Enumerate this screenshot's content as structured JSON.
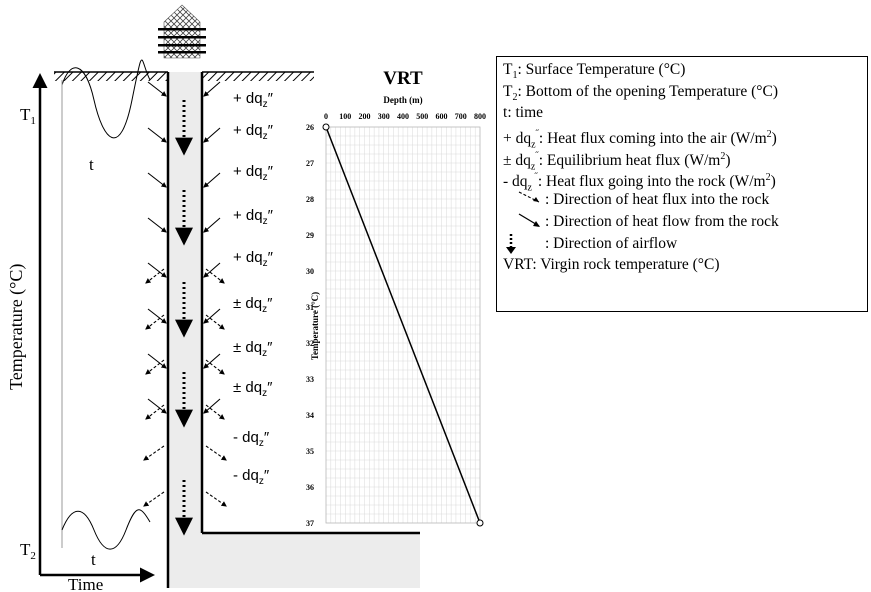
{
  "left": {
    "t1": "T",
    "t1_sub": "1",
    "t2": "T",
    "t2_sub": "2",
    "t_top": "t",
    "t_bottom": "t",
    "y_axis": "Temperature (°C)",
    "x_axis": "Time"
  },
  "shaft": {
    "labels": [
      {
        "sign": "+ dq",
        "sub": "z",
        "tail": "″"
      },
      {
        "sign": "+ dq",
        "sub": "z",
        "tail": "″"
      },
      {
        "sign": "+ dq",
        "sub": "z",
        "tail": "″"
      },
      {
        "sign": "+ dq",
        "sub": "z",
        "tail": "″"
      },
      {
        "sign": "+ dq",
        "sub": "z",
        "tail": "″"
      },
      {
        "sign": "± dq",
        "sub": "z",
        "tail": "″"
      },
      {
        "sign": "± dq",
        "sub": "z",
        "tail": "″"
      },
      {
        "sign": "± dq",
        "sub": "z",
        "tail": "″"
      },
      {
        "sign": "- dq",
        "sub": "z",
        "tail": "″"
      },
      {
        "sign": "- dq",
        "sub": "z",
        "tail": "″"
      }
    ],
    "zones": [
      "in",
      "in",
      "in",
      "in",
      "mix",
      "mix",
      "mix",
      "mix",
      "out",
      "out"
    ],
    "airflow_arrows": 5
  },
  "chart_data": {
    "type": "line",
    "title": "VRT",
    "xlabel": "Depth (m)",
    "ylabel": "Temperature (°C)",
    "x_ticks": [
      0,
      100,
      200,
      300,
      400,
      500,
      600,
      700,
      800
    ],
    "y_ticks": [
      26,
      27,
      28,
      29,
      30,
      31,
      32,
      33,
      34,
      35,
      36,
      37
    ],
    "xlim": [
      0,
      800
    ],
    "ylim": [
      26,
      37
    ],
    "y_inverted": true,
    "grid": true,
    "x_axis_position": "top",
    "series": [
      {
        "x": [
          0,
          800
        ],
        "y": [
          26,
          37
        ],
        "color": "#000000",
        "markers": "open-circle"
      }
    ]
  },
  "legend": {
    "rows": [
      {
        "sym": "T",
        "sub": "1",
        "text": ": Surface Temperature (°C)"
      },
      {
        "sym": "T",
        "sub": "2",
        "text": ": Bottom of the opening Temperature (°C)"
      },
      {
        "sym": "t",
        "sub": "",
        "text": ": time"
      },
      {
        "sym": "+ dq",
        "sub": "z",
        "sup": "˝",
        "text": ": Heat flux coming into the air (W/m",
        "sup2": "2",
        "end": ")"
      },
      {
        "sym": "± dq",
        "sub": "z",
        "sup": "˝",
        "text": ": Equilibrium heat flux (W/m",
        "sup2": "2",
        "end": ")"
      },
      {
        "sym": "- dq",
        "sub": "z",
        "sup": " ˝",
        "text": ":  Heat flux going into the rock (W/m",
        "sup2": "2",
        "end": ")"
      },
      {
        "ind": "dashed",
        "text": ": Direction of heat flux into the rock"
      },
      {
        "ind": "solid",
        "text": ": Direction of heat flow from the rock"
      },
      {
        "ind": "dotted",
        "text": ": Direction of airflow"
      },
      {
        "sym": "VRT",
        "sub": "",
        "text": ": Virgin rock temperature (°C)"
      }
    ]
  },
  "colors": {
    "shaft_fill": "#ececec",
    "grid": "#d9d9d9",
    "line": "#000000"
  }
}
